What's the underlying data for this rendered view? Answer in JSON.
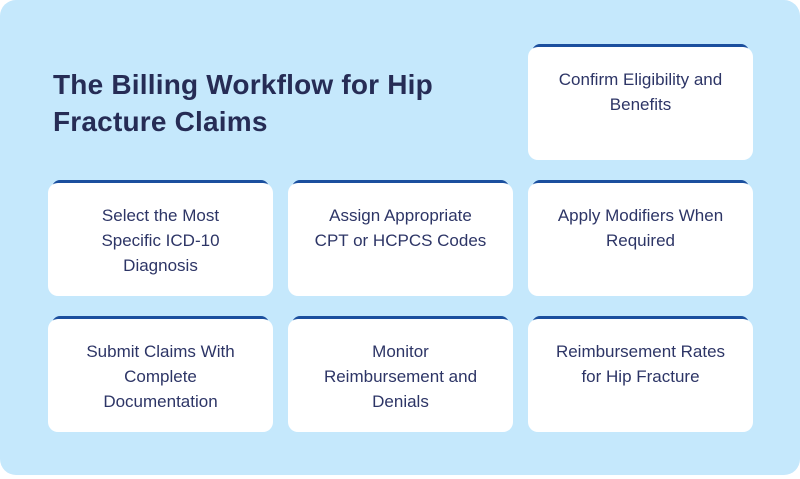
{
  "title": {
    "text": "The Billing Workflow for Hip Fracture Claims"
  },
  "colors": {
    "page_bg": "#ffffff",
    "panel_bg": "#c5e8fc",
    "accent_bar": "#1b4f9e",
    "title_text": "#262c55",
    "card_text": "#2d3566",
    "card_bg": "#ffffff"
  },
  "cards": [
    {
      "label": "Confirm Eligibility and Benefits"
    },
    {
      "label": "Select the Most Specific ICD-10 Diagnosis"
    },
    {
      "label": "Assign Appropriate CPT or HCPCS Codes"
    },
    {
      "label": "Apply Modifiers When Required"
    },
    {
      "label": "Submit Claims With Complete Documentation"
    },
    {
      "label": "Monitor Reimbursement and Denials"
    },
    {
      "label": "Reimbursement Rates for Hip Fracture"
    }
  ]
}
